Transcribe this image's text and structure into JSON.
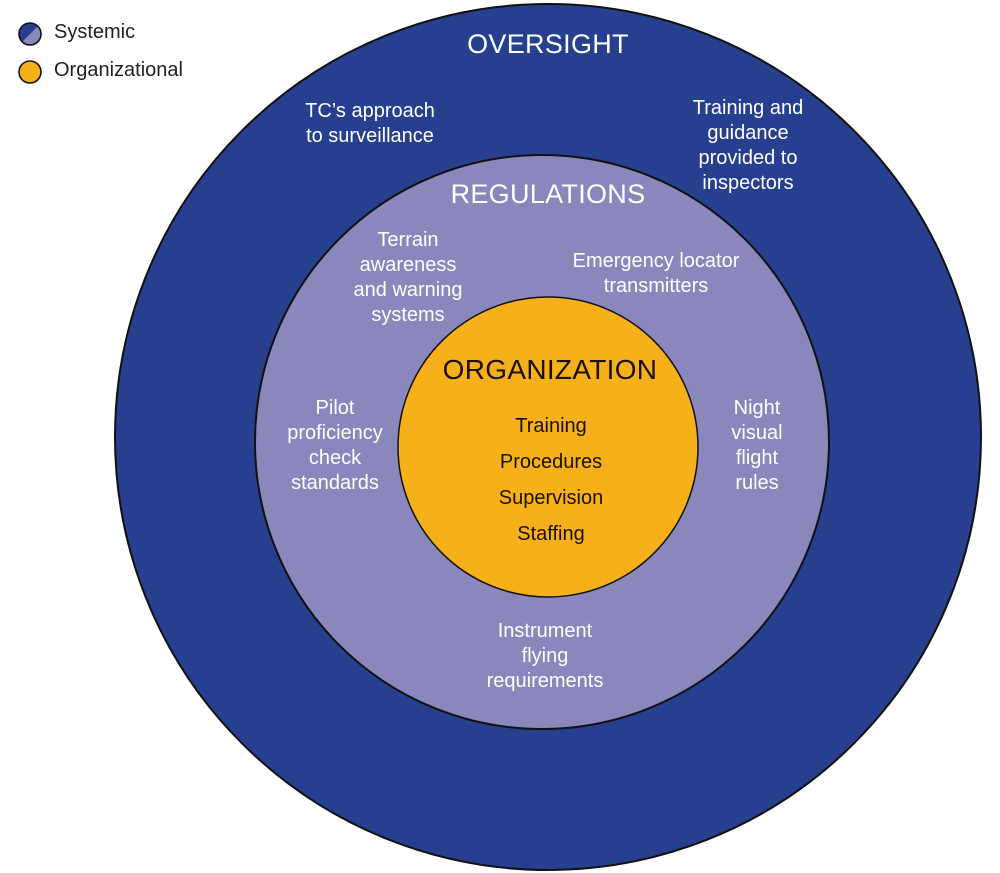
{
  "colors": {
    "oversight": "#263F8E",
    "regulations": "#8A87BC",
    "organization": "#F5B01A",
    "outline": "#111111",
    "light_text": "#FFFFFF",
    "dark_text": "#1A1006"
  },
  "legend": [
    {
      "label": "Systemic",
      "icon": "split-circle-blue-lavender"
    },
    {
      "label": "Organizational",
      "icon": "circle-orange"
    }
  ],
  "rings": {
    "oversight": {
      "title": "OVERSIGHT",
      "items": [
        {
          "lines": [
            "TC’s approach",
            "to surveillance"
          ]
        },
        {
          "lines": [
            "Training and",
            "guidance",
            "provided to",
            "inspectors"
          ]
        }
      ]
    },
    "regulations": {
      "title": "REGULATIONS",
      "items": [
        {
          "lines": [
            "Terrain",
            "awareness",
            "and warning",
            "systems"
          ]
        },
        {
          "lines": [
            "Emergency locator",
            "transmitters"
          ]
        },
        {
          "lines": [
            "Pilot",
            "proficiency",
            "check",
            "standards"
          ]
        },
        {
          "lines": [
            "Night",
            "visual",
            "flight",
            "rules"
          ]
        },
        {
          "lines": [
            "Instrument",
            "flying",
            "requirements"
          ]
        }
      ]
    },
    "organization": {
      "title": "ORGANIZATION",
      "items": [
        "Training",
        "Procedures",
        "Supervision",
        "Staffing"
      ]
    }
  }
}
